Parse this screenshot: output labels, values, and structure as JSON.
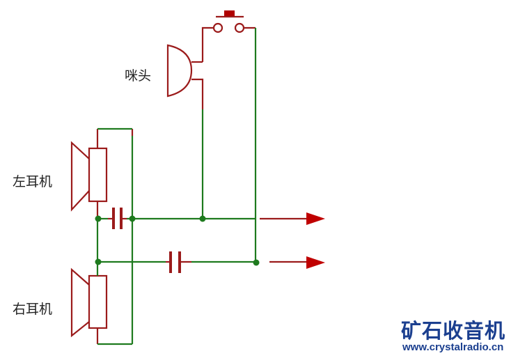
{
  "labels": {
    "microphone": "咪头",
    "left_earphone": "左耳机",
    "right_earphone": "右耳机"
  },
  "logo": {
    "title": "矿石收音机",
    "url": "www.crystalradio.cn"
  },
  "colors": {
    "wire_green": "#1e7a1e",
    "component_red": "#9b1b1b",
    "arrow_red": "#c00000",
    "logo_blue": "#1b3f8f"
  }
}
